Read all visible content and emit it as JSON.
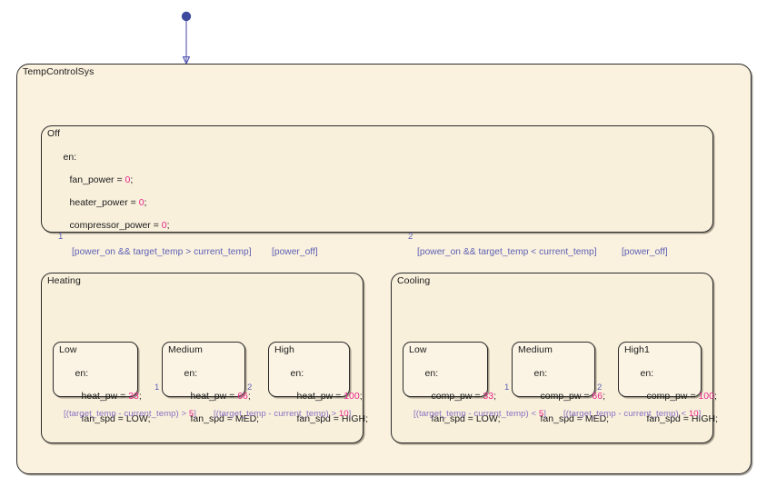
{
  "diagram": {
    "type": "stateflow-state-machine",
    "background": "#ffffff",
    "colors": {
      "state_fill": "#f9f0dc",
      "state_border": "#2b2b2b",
      "transition": "#5c5fb5",
      "condition_text": "#8a6fc0",
      "number_literal": "#e8258b",
      "default_junction": "#3d4a9e"
    }
  },
  "chart": {
    "name": "TempControlSys",
    "entry_transition": {
      "kind": "default",
      "target": "TempControlSys"
    }
  },
  "states": {
    "off": {
      "name": "Off",
      "entry_keyword": "en:",
      "actions": [
        {
          "text_before": "fan_power = ",
          "value": "0",
          "text_after": ";"
        },
        {
          "text_before": "heater_power = ",
          "value": "0",
          "text_after": ";"
        },
        {
          "text_before": "compressor_power = ",
          "value": "0",
          "text_after": ";"
        }
      ]
    },
    "heating": {
      "name": "Heating",
      "substates": [
        {
          "name": "Low",
          "entry_keyword": "en:",
          "actions": [
            {
              "text_before": "heat_pw = ",
              "value": "33",
              "text_after": ";"
            },
            {
              "text_before": "fan_spd = LOW;",
              "value": "",
              "text_after": ""
            }
          ]
        },
        {
          "name": "Medium",
          "entry_keyword": "en:",
          "actions": [
            {
              "text_before": "heat_pw = ",
              "value": "66",
              "text_after": ";"
            },
            {
              "text_before": "fan_spd = MED;",
              "value": "",
              "text_after": ""
            }
          ]
        },
        {
          "name": "High",
          "entry_keyword": "en:",
          "actions": [
            {
              "text_before": "heat_pw = ",
              "value": "100",
              "text_after": ";"
            },
            {
              "text_before": "fan_spd = HIGH;",
              "value": "",
              "text_after": ""
            }
          ]
        }
      ],
      "inner_conditions": [
        {
          "prefix": "[(target_temp - current_temp) > ",
          "value": "5",
          "suffix": "]"
        },
        {
          "prefix": "[(target_temp - current_temp) > ",
          "value": "10",
          "suffix": "]"
        }
      ],
      "inner_order_labels": [
        "1",
        "2"
      ]
    },
    "cooling": {
      "name": "Cooling",
      "substates": [
        {
          "name": "Low",
          "entry_keyword": "en:",
          "actions": [
            {
              "text_before": "comp_pw = ",
              "value": "33",
              "text_after": ";"
            },
            {
              "text_before": "fan_spd = LOW;",
              "value": "",
              "text_after": ""
            }
          ]
        },
        {
          "name": "Medium",
          "entry_keyword": "en:",
          "actions": [
            {
              "text_before": "comp_pw = ",
              "value": "66",
              "text_after": ";"
            },
            {
              "text_before": "fan_spd = MED;",
              "value": "",
              "text_after": ""
            }
          ]
        },
        {
          "name": "High1",
          "entry_keyword": "en:",
          "actions": [
            {
              "text_before": "comp_pw = ",
              "value": "100",
              "text_after": ";"
            },
            {
              "text_before": "fan_spd = HIGH;",
              "value": "",
              "text_after": ""
            }
          ]
        }
      ],
      "inner_conditions": [
        {
          "prefix": "[(target_temp - current_temp) < ",
          "value": "5",
          "suffix": "]"
        },
        {
          "prefix": "[(target_temp - current_temp) < ",
          "value": "10",
          "suffix": "]"
        }
      ],
      "inner_order_labels": [
        "1",
        "2"
      ]
    }
  },
  "transitions": [
    {
      "id": "off-to-heating",
      "label": "[power_on && target_temp > current_temp]",
      "order": "1",
      "from": "Off",
      "to": "Heating"
    },
    {
      "id": "heating-to-off",
      "label": "[power_off]",
      "order": "",
      "from": "Heating",
      "to": "Off"
    },
    {
      "id": "off-to-cooling",
      "label": "[power_on && target_temp < current_temp]",
      "order": "2",
      "from": "Off",
      "to": "Cooling"
    },
    {
      "id": "cooling-to-off",
      "label": "[power_off]",
      "order": "",
      "from": "Cooling",
      "to": "Off"
    }
  ]
}
